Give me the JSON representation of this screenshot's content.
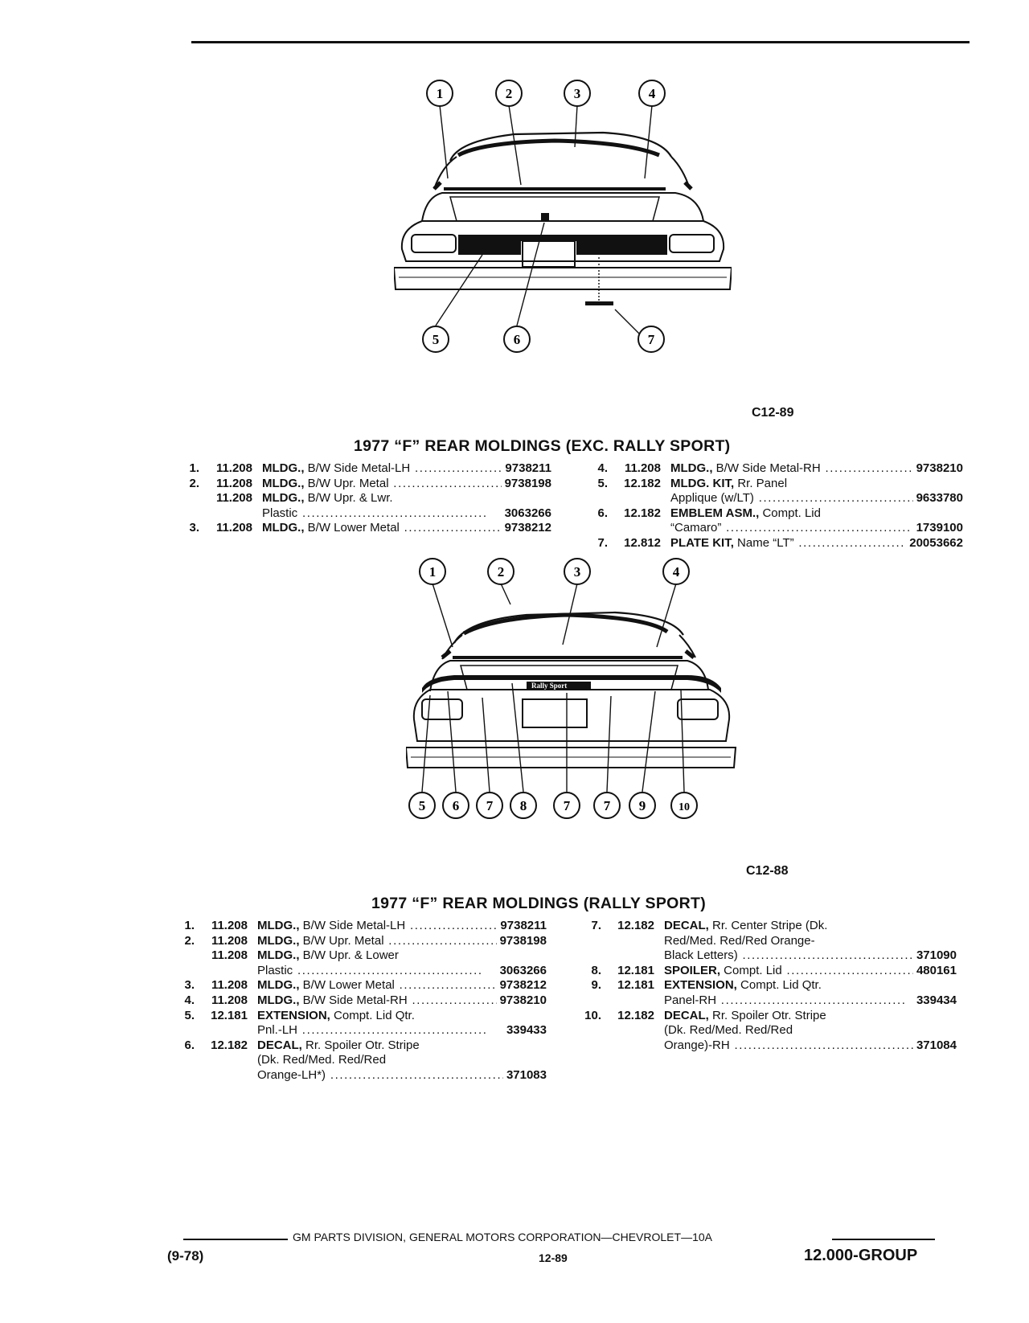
{
  "figure1": {
    "code": "C12-89",
    "callouts": [
      "1",
      "2",
      "3",
      "4",
      "5",
      "6",
      "7"
    ]
  },
  "section1": {
    "title": "1977 “F” REAR MOLDINGS (EXC. RALLY SPORT)",
    "left": [
      {
        "num": "1.",
        "group": "11.208",
        "name": "MLDG.,",
        "desc": " B/W Side Metal-LH",
        "part": "9738211"
      },
      {
        "num": "2.",
        "group": "11.208",
        "name": "MLDG.,",
        "desc": " B/W Upr. Metal",
        "part": "9738198"
      },
      {
        "num": "",
        "group": "11.208",
        "name": "MLDG.,",
        "desc": " B/W Upr. & Lwr.",
        "part": ""
      },
      {
        "num": "",
        "group": "",
        "name": "",
        "desc": "Plastic",
        "part": "3063266"
      },
      {
        "num": "3.",
        "group": "11.208",
        "name": "MLDG.,",
        "desc": " B/W Lower Metal",
        "part": "9738212"
      }
    ],
    "right": [
      {
        "num": "4.",
        "group": "11.208",
        "name": "MLDG.,",
        "desc": " B/W Side Metal-RH",
        "part": "9738210"
      },
      {
        "num": "5.",
        "group": "12.182",
        "name": "MLDG. KIT,",
        "desc": " Rr. Panel",
        "part": ""
      },
      {
        "num": "",
        "group": "",
        "name": "",
        "desc": "Applique (w/LT)",
        "part": "9633780"
      },
      {
        "num": "6.",
        "group": "12.182",
        "name": "EMBLEM ASM.,",
        "desc": " Compt. Lid",
        "part": ""
      },
      {
        "num": "",
        "group": "",
        "name": "",
        "desc": "“Camaro”",
        "part": "1739100"
      },
      {
        "num": "7.",
        "group": "12.812",
        "name": "PLATE KIT,",
        "desc": " Name “LT”",
        "part": "20053662"
      }
    ]
  },
  "figure2": {
    "code": "C12-88",
    "badge": "Rally Sport",
    "callouts_top": [
      "1",
      "2",
      "3",
      "4"
    ],
    "callouts_bottom": [
      "5",
      "6",
      "7",
      "8",
      "7",
      "7",
      "9",
      "10"
    ]
  },
  "section2": {
    "title": "1977 “F” REAR MOLDINGS (RALLY SPORT)",
    "left": [
      {
        "num": "1.",
        "group": "11.208",
        "name": "MLDG.,",
        "desc": " B/W Side Metal-LH",
        "part": "9738211"
      },
      {
        "num": "2.",
        "group": "11.208",
        "name": "MLDG.,",
        "desc": " B/W Upr. Metal",
        "part": "9738198"
      },
      {
        "num": "",
        "group": "11.208",
        "name": "MLDG.,",
        "desc": " B/W Upr. & Lower",
        "part": ""
      },
      {
        "num": "",
        "group": "",
        "name": "",
        "desc": "Plastic",
        "part": "3063266"
      },
      {
        "num": "3.",
        "group": "11.208",
        "name": "MLDG.,",
        "desc": " B/W Lower Metal",
        "part": "9738212"
      },
      {
        "num": "4.",
        "group": "11.208",
        "name": "MLDG.,",
        "desc": " B/W Side Metal-RH",
        "part": "9738210"
      },
      {
        "num": "5.",
        "group": "12.181",
        "name": "EXTENSION,",
        "desc": " Compt. Lid Qtr.",
        "part": ""
      },
      {
        "num": "",
        "group": "",
        "name": "",
        "desc": "Pnl.-LH",
        "part": "339433"
      },
      {
        "num": "6.",
        "group": "12.182",
        "name": "DECAL,",
        "desc": " Rr. Spoiler Otr. Stripe",
        "part": ""
      },
      {
        "num": "",
        "group": "",
        "name": "",
        "desc": "(Dk. Red/Med. Red/Red",
        "part": ""
      },
      {
        "num": "",
        "group": "",
        "name": "",
        "desc": "Orange-LH*)",
        "part": "371083"
      }
    ],
    "right": [
      {
        "num": "7.",
        "group": "12.182",
        "name": "DECAL,",
        "desc": " Rr. Center Stripe (Dk.",
        "part": ""
      },
      {
        "num": "",
        "group": "",
        "name": "",
        "desc": "Red/Med. Red/Red Orange-",
        "part": ""
      },
      {
        "num": "",
        "group": "",
        "name": "",
        "desc": "Black Letters)",
        "part": "371090"
      },
      {
        "num": "8.",
        "group": "12.181",
        "name": "SPOILER,",
        "desc": " Compt. Lid",
        "part": "480161"
      },
      {
        "num": "9.",
        "group": "12.181",
        "name": "EXTENSION,",
        "desc": " Compt. Lid Qtr.",
        "part": ""
      },
      {
        "num": "",
        "group": "",
        "name": "",
        "desc": "Panel-RH",
        "part": "339434"
      },
      {
        "num": "10.",
        "group": "12.182",
        "name": "DECAL,",
        "desc": " Rr. Spoiler Otr. Stripe",
        "part": ""
      },
      {
        "num": "",
        "group": "",
        "name": "",
        "desc": "(Dk. Red/Med. Red/Red",
        "part": ""
      },
      {
        "num": "",
        "group": "",
        "name": "",
        "desc": "Orange)-RH",
        "part": "371084"
      }
    ]
  },
  "footer": {
    "publisher": "GM PARTS DIVISION, GENERAL MOTORS CORPORATION—CHEVROLET—10A",
    "date": "(9-78)",
    "page": "12-89",
    "group": "12.000-GROUP"
  }
}
